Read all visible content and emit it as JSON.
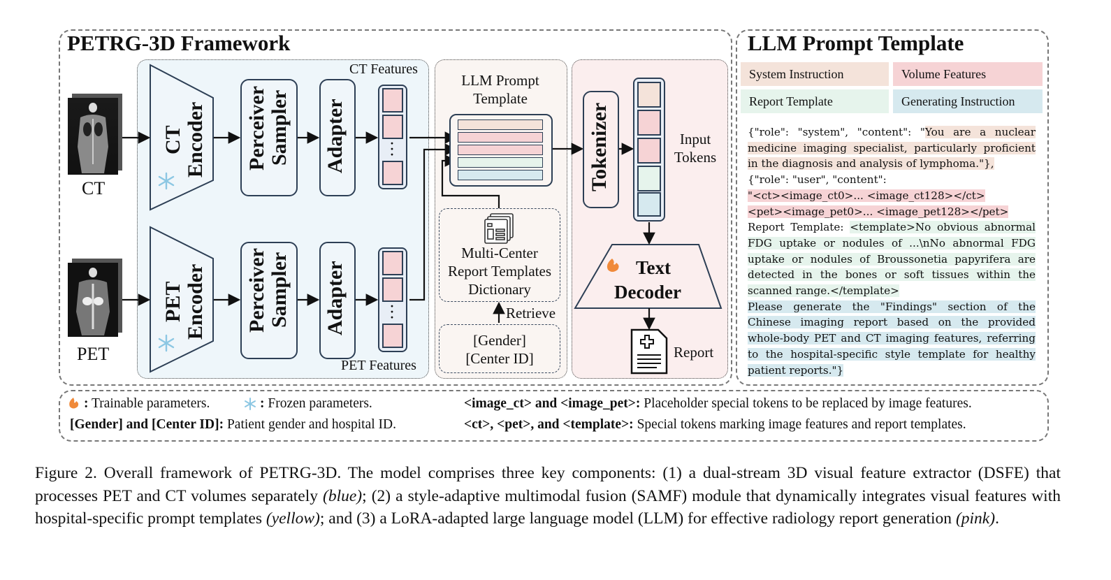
{
  "framework": {
    "title": "PETRG-3D Framework",
    "inputs": {
      "ct_label": "CT",
      "pet_label": "PET"
    },
    "ct_branch": {
      "encoder": [
        "CT",
        "Encoder"
      ],
      "sampler": [
        "Perceiver",
        "Sampler"
      ],
      "adapter": "Adapter",
      "features_label": "CT Features"
    },
    "pet_branch": {
      "encoder": [
        "PET",
        "Encoder"
      ],
      "sampler": [
        "Perceiver",
        "Sampler"
      ],
      "adapter": "Adapter",
      "features_label": "PET Features"
    },
    "fusion": {
      "prompt_template_label": [
        "LLM Prompt",
        "Template"
      ],
      "dictionary_label": [
        "Multi-Center",
        "Report Templates",
        "Dictionary"
      ],
      "retrieve_label": "Retrieve",
      "query_label": [
        "[Gender]",
        "[Center ID]"
      ]
    },
    "llm": {
      "tokenizer": "Tokenizer",
      "input_tokens_label": [
        "Input",
        "Tokens"
      ],
      "decoder": [
        "Text",
        "Decoder"
      ],
      "report_label": "Report"
    },
    "colors": {
      "system": "#f4e3da",
      "volume": "#f6d3d5",
      "report_template": "#e6f4ec",
      "generating": "#d6e9ef",
      "blue_region": "#eef6fa",
      "yellow_region": "#faf5f2",
      "pink_region": "#fbeeee",
      "trainable_icon": "#f08a3a",
      "frozen_icon": "#8cc7e3"
    }
  },
  "prompt_panel": {
    "title": "LLM Prompt Template",
    "legend": [
      "System Instruction",
      "Volume Features",
      "Report Template",
      "Generating Instruction"
    ],
    "text": {
      "system_prefix": "{\"role\": \"system\", \"content\": \"",
      "system_content": "You are a nuclear medicine imaging specialist, particularly proficient in the diagnosis and analysis of lymphoma.\"},",
      "user_prefix": "{\"role\": \"user\", \"content\":",
      "volume_line1": "\"<ct><image_ct0>... <image_ct128></ct>",
      "volume_line2": "<pet><image_pet0>... <image_pet128></pet>",
      "report_prefix": "Report Template: ",
      "report_content": "<template>No obvious abnormal FDG uptake or nodules of ...\\nNo abnormal FDG uptake or nodules of Broussonetia papyrifera are detected in the bones or soft tissues within the scanned range.</template>",
      "generating_content": "Please generate the \"Findings\" section of the Chinese imaging report based on the provided whole-body PET and CT imaging features, referring to the hospital-specific style template for healthy patient reports.\"}"
    }
  },
  "notes": {
    "trainable": {
      "key": ":",
      "text": " Trainable parameters."
    },
    "frozen": {
      "key": ":",
      "text": " Frozen parameters."
    },
    "gender": {
      "key": "[Gender] and [Center ID]:",
      "text": " Patient gender and hospital ID."
    },
    "image_tokens": {
      "key": "<image_ct> and <image_pet>:",
      "text": " Placeholder special tokens to be replaced by image features."
    },
    "special_tokens": {
      "key": "<ct>, <pet>, and <template>:",
      "text": " Special tokens marking image features and report templates."
    }
  },
  "caption": {
    "part1": "Figure 2.  Overall framework of PETRG-3D. The model comprises three key components: (1) a dual-stream 3D visual feature extractor (DSFE) that processes PET and CT volumes separately ",
    "blue": "(blue)",
    "part2": "; (2) a style-adaptive multimodal fusion (SAMF) module that dynamically integrates visual features with hospital-specific prompt templates ",
    "yellow": "(yellow)",
    "part3": "; and (3) a LoRA-adapted large language model (LLM) for effective radiology report generation ",
    "pink": "(pink)",
    "part4": "."
  }
}
